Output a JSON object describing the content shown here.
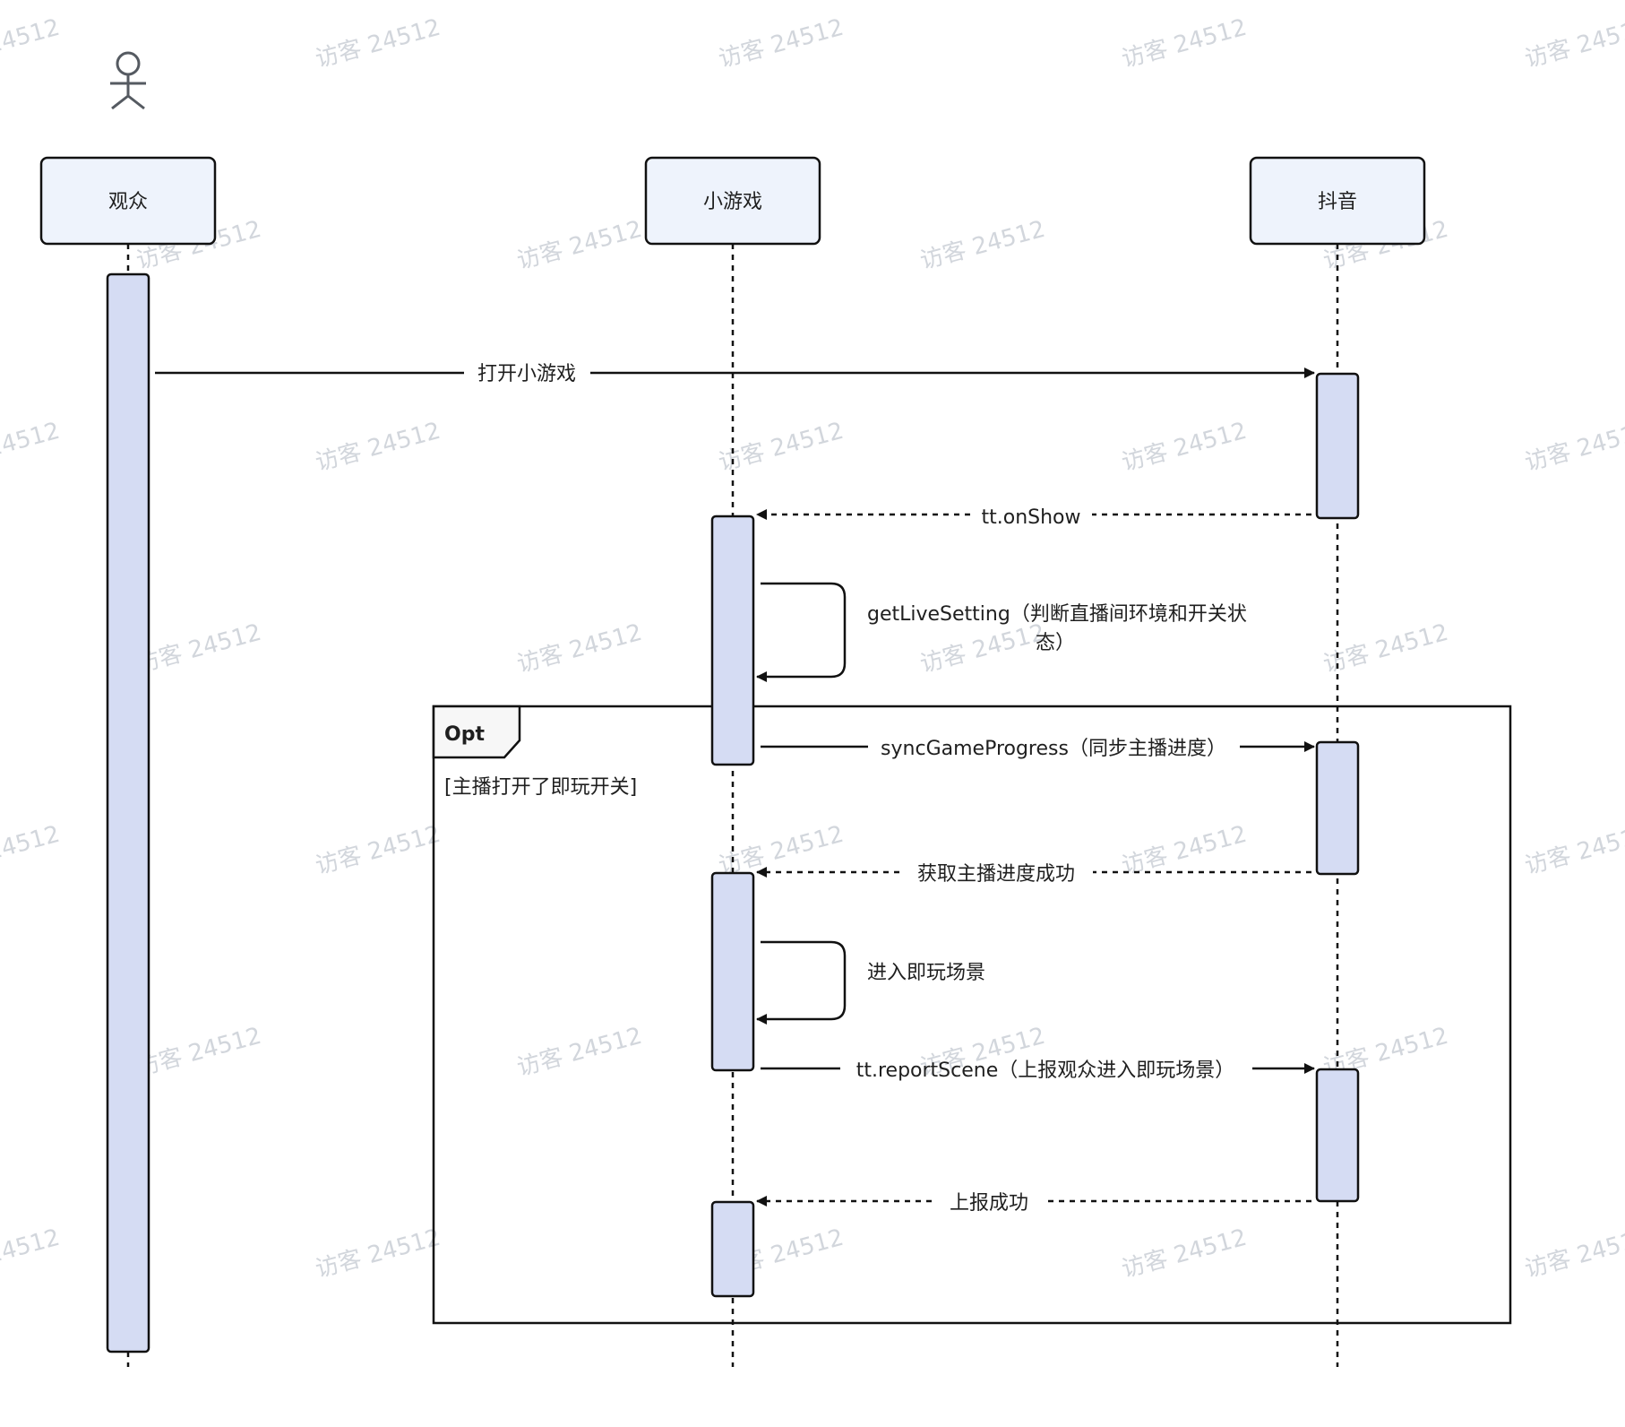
{
  "watermark": "访客 24512",
  "actor": {
    "name": "stick-figure-actor-icon"
  },
  "participants": [
    {
      "id": "viewer",
      "label": "观众"
    },
    {
      "id": "minigame",
      "label": "小游戏"
    },
    {
      "id": "douyin",
      "label": "抖音"
    }
  ],
  "messages": [
    {
      "from": "viewer",
      "to": "douyin",
      "label": "打开小游戏",
      "style": "solid"
    },
    {
      "from": "douyin",
      "to": "minigame",
      "label": "tt.onShow",
      "style": "dashed"
    },
    {
      "from": "minigame",
      "to": "minigame",
      "label_line1": "getLiveSetting（判断直播间环境和开关状",
      "label_line2": "态）",
      "style": "self"
    },
    {
      "from": "minigame",
      "to": "douyin",
      "label": "syncGameProgress（同步主播进度）",
      "style": "solid"
    },
    {
      "from": "douyin",
      "to": "minigame",
      "label": "获取主播进度成功",
      "style": "dashed"
    },
    {
      "from": "minigame",
      "to": "minigame",
      "label": "进入即玩场景",
      "style": "self"
    },
    {
      "from": "minigame",
      "to": "douyin",
      "label": "tt.reportScene（上报观众进入即玩场景）",
      "style": "solid"
    },
    {
      "from": "douyin",
      "to": "minigame",
      "label": "上报成功",
      "style": "dashed"
    }
  ],
  "opt_frame": {
    "title": "Opt",
    "guard": "[主播打开了即玩开关]"
  },
  "colors": {
    "participant_fill": "#eef3fc",
    "activation_fill": "#d5dcf3",
    "line": "#111111",
    "watermark": "#d2d6dc"
  }
}
